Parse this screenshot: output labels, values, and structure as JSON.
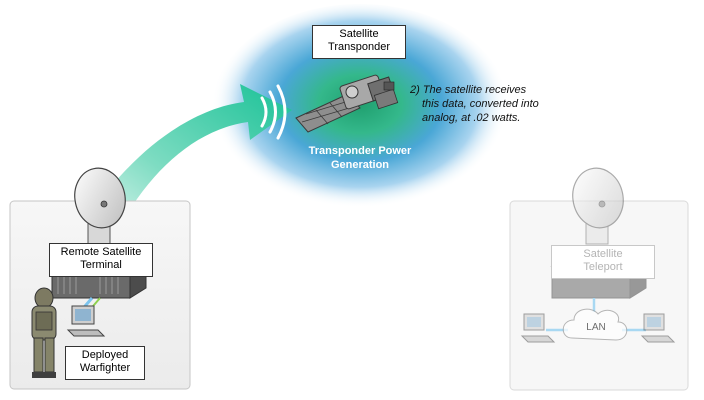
{
  "labels": {
    "satellite_transponder": [
      "Satellite",
      "Transponder"
    ],
    "transponder_power": [
      "Transponder Power",
      "Generation"
    ],
    "remote_terminal": [
      "Remote Satellite",
      "Terminal"
    ],
    "deployed_warfighter": [
      "Deployed",
      "Warfighter"
    ],
    "satellite_teleport": [
      "Satellite",
      "Teleport"
    ],
    "lan": "LAN"
  },
  "annotation": [
    "2) The satellite receives",
    "this data, converted into",
    "analog, at .02 watts."
  ],
  "colors": {
    "arrow_green": "#22c49a",
    "glow_blue": "#5aa8e0",
    "glow_green": "#2fbe8c",
    "link_blue": "#7cc4ee",
    "panel_border": "#c6c6c6"
  },
  "icons": [
    "satellite-dish-icon",
    "satellite-icon",
    "signal-waves-icon",
    "server-rack-icon",
    "computer-icon",
    "soldier-icon",
    "lan-cloud-icon"
  ]
}
